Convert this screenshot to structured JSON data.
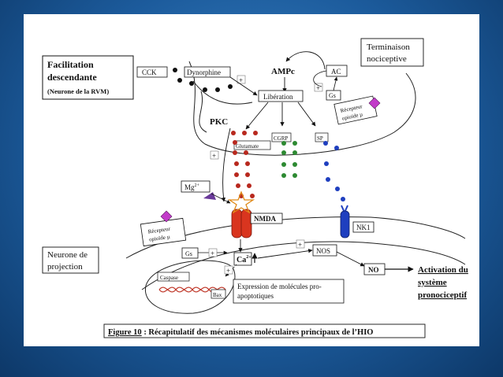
{
  "labels": {
    "facilitation_line1": "Facilitation",
    "facilitation_line2": "descendante",
    "facilitation_sub": "(Neurone de la RVM)",
    "cck": "CCK",
    "dynorphine": "Dynorphine",
    "plus": "+",
    "ampc": "AMPc",
    "terminaison_line1": "Terminaison",
    "terminaison_line2": "nociceptive",
    "ac": "AC",
    "gs": "Gs",
    "liberation": "Libération",
    "recepteur_line1": "Récepteur",
    "recepteur_line2": "opioïde µ",
    "pkc": "PKC",
    "cgrp": "CGRP",
    "sp": "SP",
    "glutamate": "Glutamate",
    "mg": "Mg",
    "mg_sup": "2+",
    "nmda": "NMDA",
    "nk1": "NK1",
    "recepteur2_line1": "Récepteur",
    "recepteur2_line2": "opioïde µ",
    "gs2": "Gs",
    "neurone_line1": "Neurone de",
    "neurone_line2": "projection",
    "ca": "Ca",
    "ca_sup": "2+",
    "nos": "NOS",
    "no": "NO",
    "activation_line1": "Activation du",
    "activation_line2": "système",
    "activation_line3": "pronociceptif",
    "caspase": "Caspase",
    "bax": "Bax",
    "expression_line1": "Expression de molécules pro-",
    "expression_line2": "apoptotiques",
    "figure_label": "Figure 10",
    "figure_caption": " : Récapitulatif des mécanismes moléculaires principaux de l’HIO"
  },
  "colors": {
    "background": "#1c5b9c",
    "glutamate_dots": "#b8281e",
    "cgrp_dots": "#2d8a32",
    "sp_dots": "#1f3fbf",
    "nmda_receptor": "#d9351f",
    "nk1_receptor": "#1f3fbf",
    "opioid_receptor": "#c23bc9",
    "mg_marker": "#6a3a9a"
  }
}
